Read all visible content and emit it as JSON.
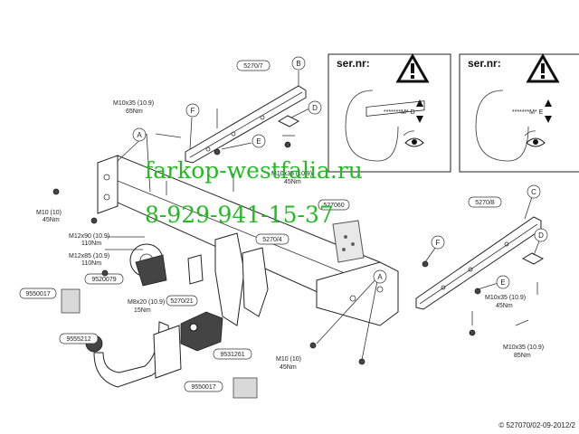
{
  "watermark": {
    "line1": "farkop-westfalia.ru",
    "line2": "8-929-941-15-37",
    "color": "#22bb22"
  },
  "serial_boxes": [
    {
      "title": "ser.nr:",
      "plate": "*******M* D"
    },
    {
      "title": "ser.nr:",
      "plate": "*******M* E"
    }
  ],
  "part_labels": {
    "p5270_7": "5270/7",
    "p5270_8": "5270/8",
    "p5270_4": "5270/4",
    "p5270_21": "5270/21",
    "p527060": "527060",
    "p9520079": "9520079",
    "p9550017a": "9550017",
    "p9550017b": "9550017",
    "p9555212": "9555212",
    "p9531261": "9531261"
  },
  "bolt_specs": {
    "m10x35_top": [
      "M10x35 (10.9)",
      "65Nm"
    ],
    "m10x35_mid": [
      "M10x35 (10.9)",
      "45Nm"
    ],
    "m10_left": [
      "M10 (10)",
      "45Nm"
    ],
    "m12x90": [
      "M12x90 (10.9)",
      "110Nm"
    ],
    "m12x85": [
      "M12x85 (10.9)",
      "110Nm"
    ],
    "m8x20": [
      "M8x20 (10.9)",
      "15Nm"
    ],
    "m10_bottom": [
      "M10 (10)",
      "45Nm"
    ],
    "m10x35_right": [
      "M10x35 (10.9)",
      "45Nm"
    ],
    "m10x35_right_low": [
      "M10x35 (10.9)",
      "85Nm"
    ]
  },
  "callouts": [
    "A",
    "B",
    "C",
    "D",
    "E",
    "F",
    "A",
    "D",
    "E",
    "F"
  ],
  "footer": "© 527070/02-09-2012/2"
}
